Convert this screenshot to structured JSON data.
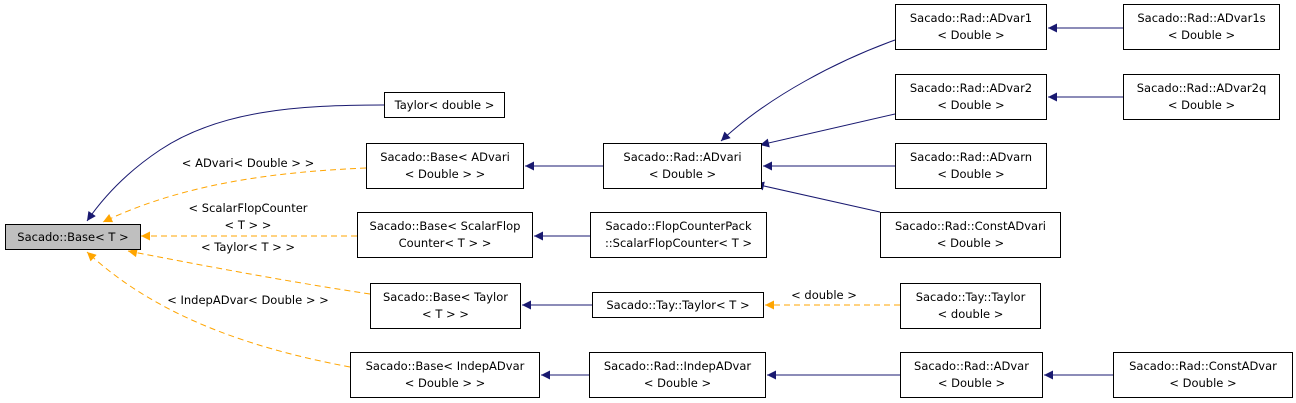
{
  "nodes": {
    "base_t": "Sacado::Base< T >",
    "taylor_double": "Taylor< double >",
    "base_advari": [
      "Sacado::Base< ADvari",
      "< Double > >"
    ],
    "base_sfc": [
      "Sacado::Base< ScalarFlop",
      "Counter< T > >"
    ],
    "base_taylor": [
      "Sacado::Base< Taylor",
      "< T > >"
    ],
    "base_indep": [
      "Sacado::Base< IndepADvar",
      "< Double > >"
    ],
    "advari": [
      "Sacado::Rad::ADvari",
      "< Double >"
    ],
    "fcp_sfc": [
      "Sacado::FlopCounterPack",
      "::ScalarFlopCounter< T >"
    ],
    "tay_taylor_t": "Sacado::Tay::Taylor< T >",
    "indepadvar": [
      "Sacado::Rad::IndepADvar",
      "< Double >"
    ],
    "advar1": [
      "Sacado::Rad::ADvar1",
      "< Double >"
    ],
    "advar2": [
      "Sacado::Rad::ADvar2",
      "< Double >"
    ],
    "advarn": [
      "Sacado::Rad::ADvarn",
      "< Double >"
    ],
    "constadvari": [
      "Sacado::Rad::ConstADvari",
      "< Double >"
    ],
    "tay_taylor_double": [
      "Sacado::Tay::Taylor",
      "< double >"
    ],
    "advar": [
      "Sacado::Rad::ADvar",
      "< Double >"
    ],
    "advar1s": [
      "Sacado::Rad::ADvar1s",
      "< Double >"
    ],
    "advar2q": [
      "Sacado::Rad::ADvar2q",
      "< Double >"
    ],
    "constadvar": [
      "Sacado::Rad::ConstADvar",
      "< Double >"
    ]
  },
  "edge_labels": {
    "advari_double": "< ADvari< Double > >",
    "scalarflopcounter": [
      "< ScalarFlopCounter",
      "< T > >"
    ],
    "taylor_t": "< Taylor< T > >",
    "indepadvar_double": "< IndepADvar< Double > >",
    "double": "< double >"
  },
  "colors": {
    "inheritance": "#191970",
    "template_instance": "#ffa500",
    "root_fill": "#bfbfbf"
  }
}
